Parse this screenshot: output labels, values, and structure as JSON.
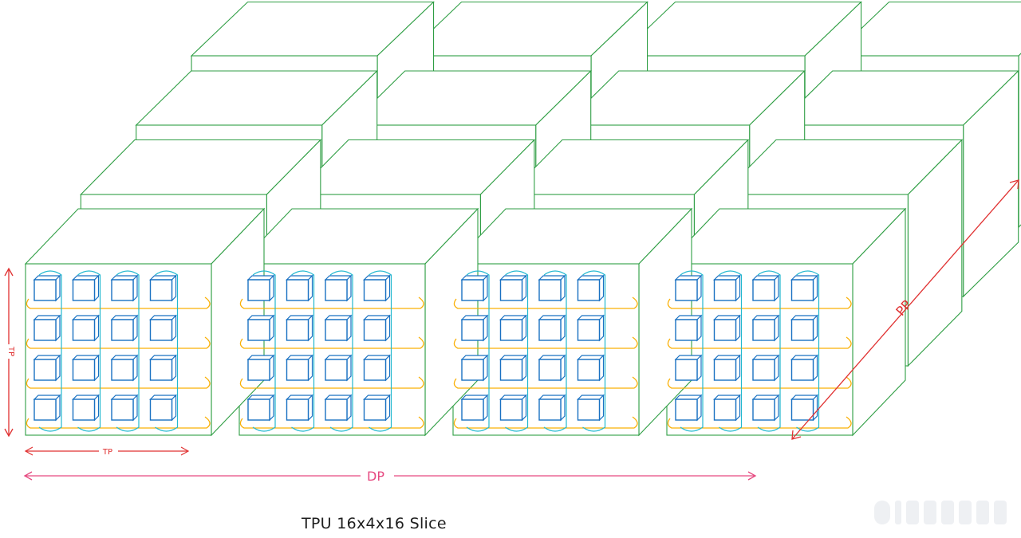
{
  "title": "TPU 16x4x16 Slice",
  "axes": {
    "tp_vertical": "TP",
    "tp_horizontal": "TP",
    "dp": "DP",
    "pp": "PP"
  },
  "colors": {
    "cube_outline": "#2f9e44",
    "chip_outline": "#1971c2",
    "chip_fill": "#ffffff",
    "ici_link_vertical": "#22b8cf",
    "ici_link_horizontal": "#fab005",
    "axis": "#e03131",
    "dp_axis": "#e64980"
  },
  "structure": {
    "cubes_along_dp": 4,
    "cubes_along_pp": 4,
    "chips_per_face_rows": 4,
    "chips_per_face_cols": 4
  }
}
